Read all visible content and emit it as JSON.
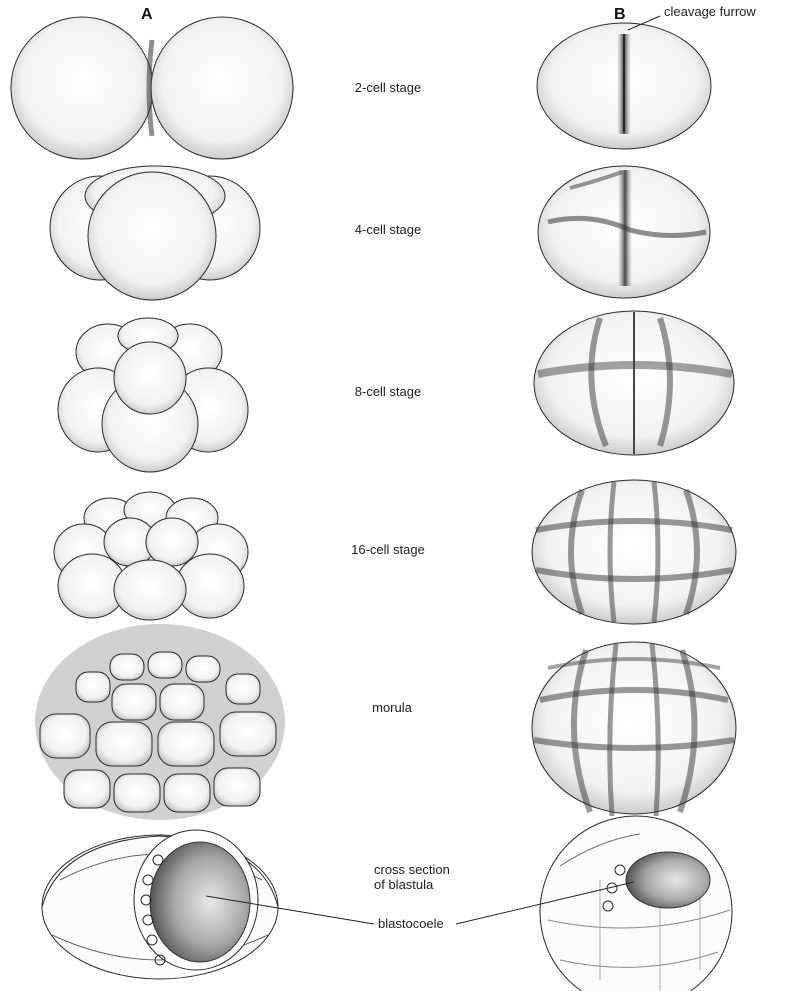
{
  "columns": {
    "a": "A",
    "b": "B"
  },
  "stages": [
    {
      "label": "2-cell stage"
    },
    {
      "label": "4-cell stage"
    },
    {
      "label": "8-cell stage"
    },
    {
      "label": "16-cell stage"
    },
    {
      "label": "morula"
    },
    {
      "label": "cross section\nof blastula"
    }
  ],
  "annotations": {
    "furrow": "cleavage furrow",
    "blastocoele": "blastocoele"
  },
  "colors": {
    "ink": "#2a2a2a",
    "cell_fill": "#fbfbfb",
    "shade": "#555555"
  }
}
